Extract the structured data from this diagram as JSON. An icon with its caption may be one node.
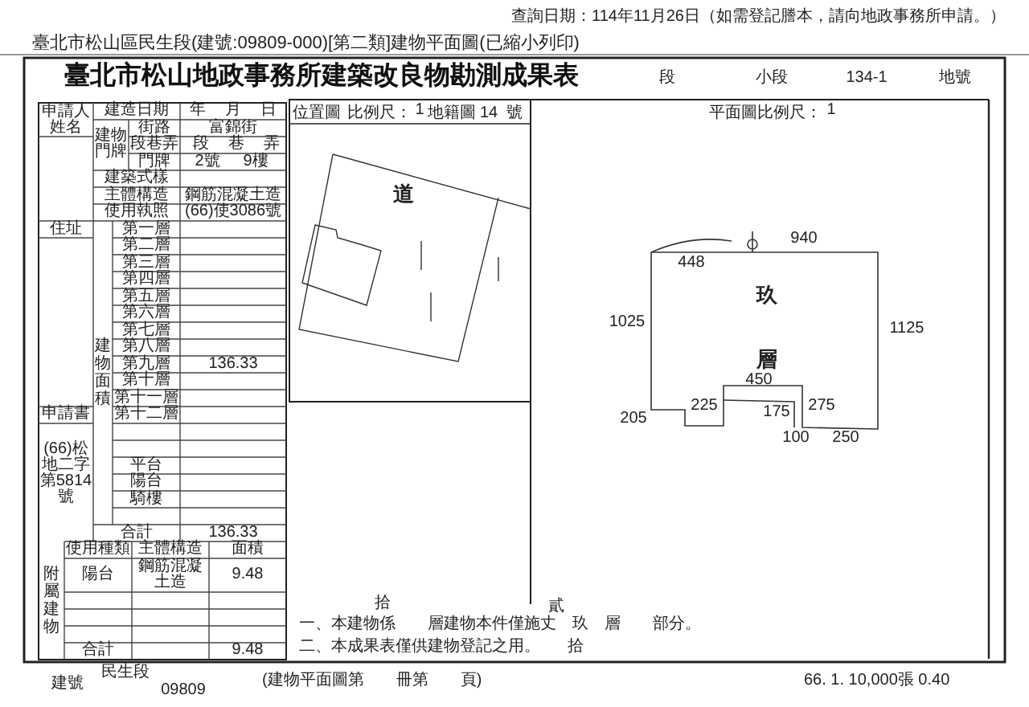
{
  "diagram": {
    "title": "臺北市松山地政事務所建築改良物勘測成果表",
    "labels": [
      "臺北市松山區民生段(建號:09809-000)[第二類]建物平面圖(已縮小列印)",
      "查詢日期：114年11月26日（如需登記謄本，請向地政事務所申請。）",
      "段",
      "小段",
      "134-1",
      "地號",
      "申請人姓名",
      "建造日期",
      "年",
      "月",
      "日",
      "建物門牌",
      "街路",
      "富錦街",
      "段巷弄",
      "段",
      "巷",
      "弄",
      "門牌",
      "2號",
      "9樓",
      "建築式樣",
      "主體構造",
      "鋼筋混凝土造",
      "使用執照",
      "(66)使3086號",
      "住址",
      "建物面積",
      "第一層",
      "第二層",
      "第三層",
      "第四層",
      "第五層",
      "第六層",
      "第七層",
      "第八層",
      "第九層",
      "136.33",
      "第十層",
      "第十一層",
      "第十二層",
      "平台",
      "陽台",
      "騎樓",
      "合計",
      "136.33",
      "申請書",
      "(66)松地二字第5814號",
      "附屬建物",
      "使用種類",
      "主體構造",
      "面積",
      "陽台",
      "鋼筋混凝土造",
      "9.48",
      "合計",
      "9.48",
      "建號",
      "民生段",
      "09809",
      "位置圖",
      "比例尺：",
      "1",
      "地籍圖",
      "14",
      "號",
      "道",
      "平面圖比例尺：",
      "1",
      "玖",
      "層",
      "448",
      "940",
      "1025",
      "1125",
      "450",
      "205",
      "225",
      "175",
      "275",
      "100",
      "250",
      "拾",
      "一、本建物係　　層建物本件僅施丈　玖　層　　部分。",
      "貳",
      "二、本成果表僅供建物登記之用。",
      "拾",
      "(建物平面圖第　　冊第　　頁)",
      "66. 1. 10,000張 0.40"
    ]
  }
}
